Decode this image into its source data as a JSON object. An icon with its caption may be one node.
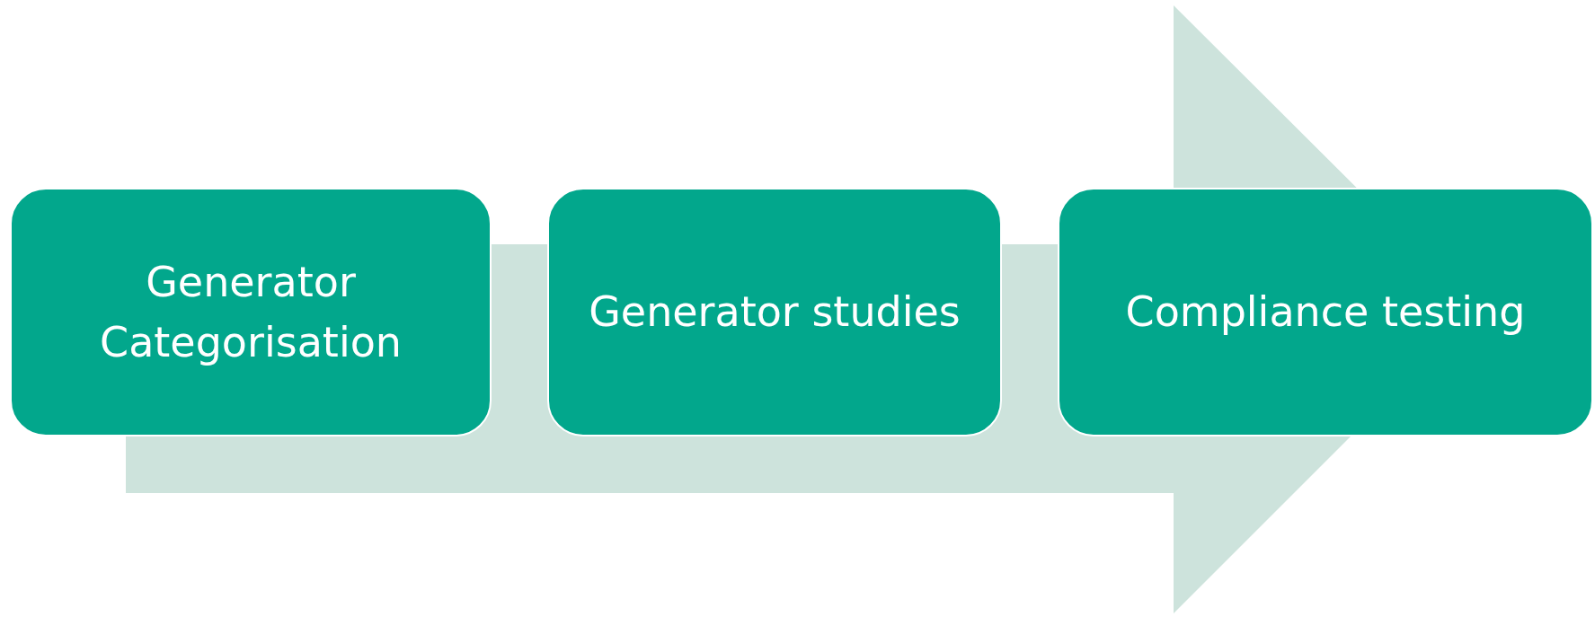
{
  "diagram": {
    "nodes": [
      {
        "text": [
          "Generator Categorisation"
        ]
      },
      {
        "text": [
          "Generator studies"
        ]
      },
      {
        "text": [
          "Compliance testing"
        ]
      }
    ],
    "edges": [
      {
        "from": 0,
        "to": 2,
        "arrow": "to"
      }
    ]
  }
}
